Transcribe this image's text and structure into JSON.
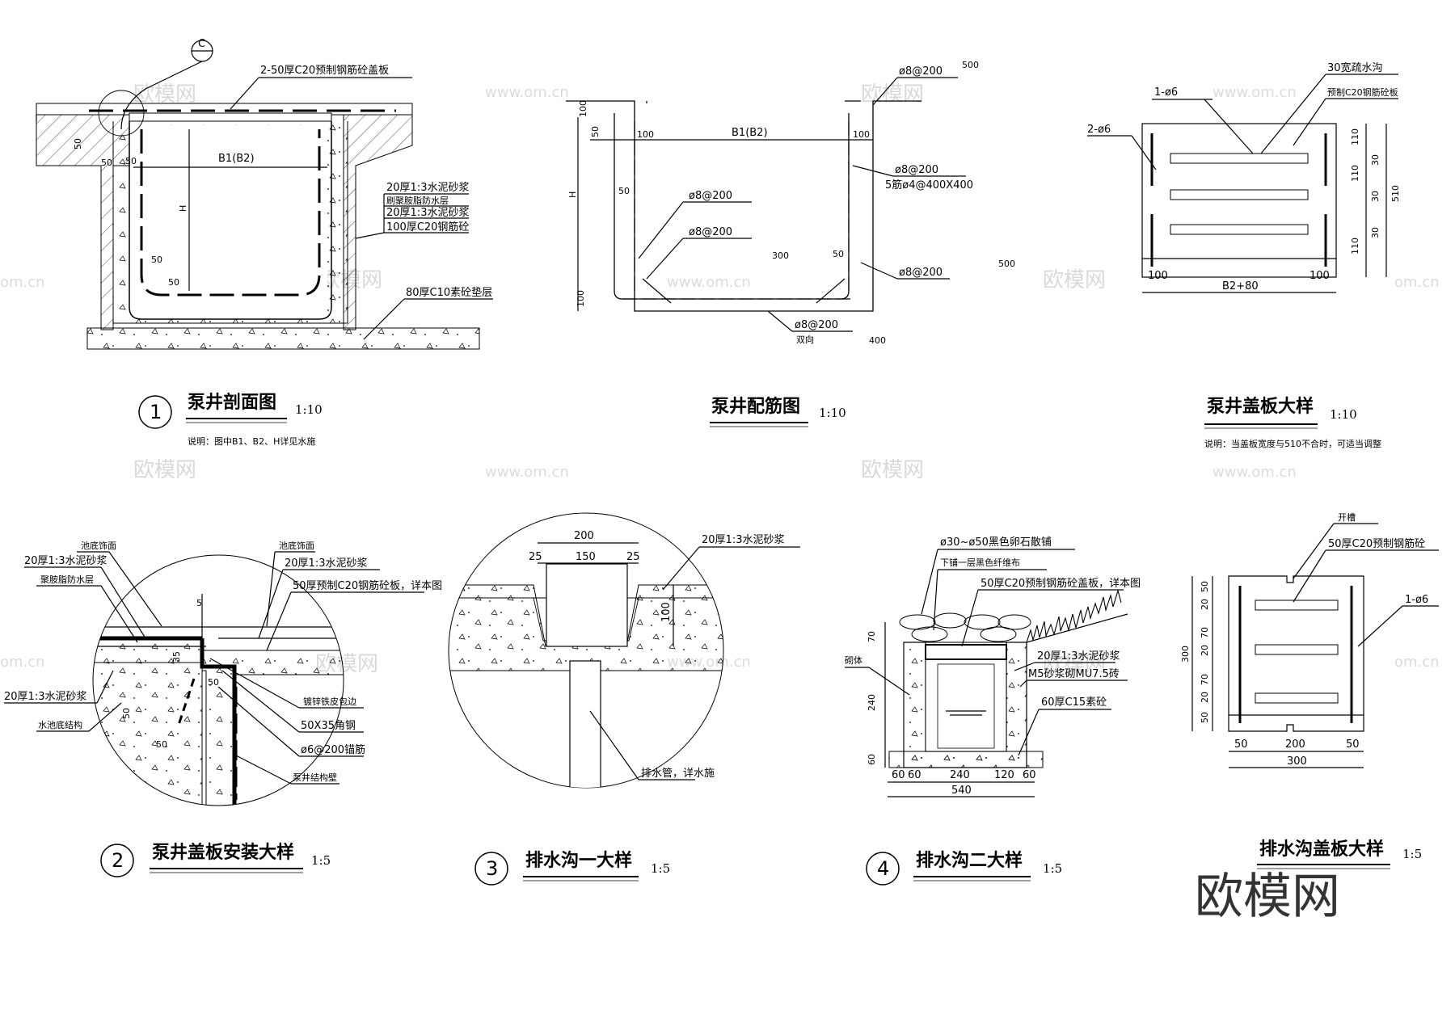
{
  "watermark": {
    "brand": "欧模网",
    "url": "www.om.cn",
    "url_partial": "om.cn",
    "big_logo": "欧模网"
  },
  "drawings": {
    "d1": {
      "number": "1",
      "title": "泵井剖面图",
      "scale": "1:10",
      "note": "说明：图中B1、B2、H详见水施",
      "section_mark": "C",
      "labels": {
        "cover": "2-50厚C20预制钢筋砼盖板",
        "b": "B1(B2)",
        "h": "H",
        "l1": "20厚1:3水泥砂浆",
        "l2": "刷聚胺脂防水层",
        "l3": "20厚1:3水泥砂浆",
        "l4": "100厚C20钢筋砼",
        "base": "80厚C10素砼垫层",
        "d50": "50"
      }
    },
    "d2": {
      "title": "泵井配筋图",
      "scale": "1:10",
      "labels": {
        "r1": "ø8@200",
        "r2": "ø8@200",
        "r3": "5筋ø4@400X400",
        "r4": "ø8@200",
        "r5": "ø8@200",
        "r6": "ø8@200",
        "r7": "ø8@200",
        "dual": "双向",
        "b": "B1(B2)",
        "h": "H",
        "n100": "100",
        "n50": "50",
        "n300": "300",
        "n500": "500",
        "n400": "400"
      }
    },
    "d3": {
      "title": "泵井盖板大样",
      "scale": "1:10",
      "note": "说明：当盖板宽度与510不合时，可适当调整",
      "labels": {
        "a": "1-ø6",
        "b": "2-ø6",
        "c": "30宽疏水沟",
        "d": "预制C20钢筋砼板",
        "w": "B2+80",
        "n100": "100",
        "n110": "110",
        "n30": "30",
        "n510": "510"
      }
    },
    "d4": {
      "number": "2",
      "title": "泵井盖板安装大样",
      "scale": "1:5",
      "labels": {
        "a": "池底饰面",
        "b": "池底饰面",
        "c": "20厚1:3水泥砂浆",
        "d": "聚胺脂防水层",
        "e": "20厚1:3水泥砂浆",
        "f": "50厚预制C20钢筋砼板，详本图",
        "g": "20厚1:3水泥砂浆",
        "h": "水池底结构",
        "i": "镀锌铁皮包边",
        "j": "50X35角钢",
        "k": "ø6@200锚筋",
        "l": "泵井结构壁",
        "n35": "35",
        "n50": "50",
        "n5": "5"
      }
    },
    "d5": {
      "number": "3",
      "title": "排水沟一大样",
      "scale": "1:5",
      "labels": {
        "a": "20厚1:3水泥砂浆",
        "b": "排水管，详水施",
        "n200": "200",
        "n25": "25",
        "n150": "150",
        "n100": "100"
      }
    },
    "d6": {
      "number": "4",
      "title": "排水沟二大样",
      "scale": "1:5",
      "labels": {
        "a": "ø30~ø50黑色卵石散铺",
        "b": "下铺一层黑色纤维布",
        "c": "50厚C20预制钢筋砼盖板，详本图",
        "d": "20厚1:3水泥砂浆",
        "e": "M5砂浆砌MU7.5砖",
        "f": "60厚C15素砼",
        "g": "砌体",
        "n70": "70",
        "n240": "240",
        "n60": "60",
        "n120": "120",
        "n540": "540"
      }
    },
    "d7": {
      "title": "排水沟盖板大样",
      "scale": "1:5",
      "labels": {
        "a": "开槽",
        "b": "50厚C20预制钢筋砼",
        "c": "1-ø6",
        "n300": "300",
        "n50": "50",
        "n20": "20",
        "n70": "70",
        "n200": "200"
      }
    }
  }
}
